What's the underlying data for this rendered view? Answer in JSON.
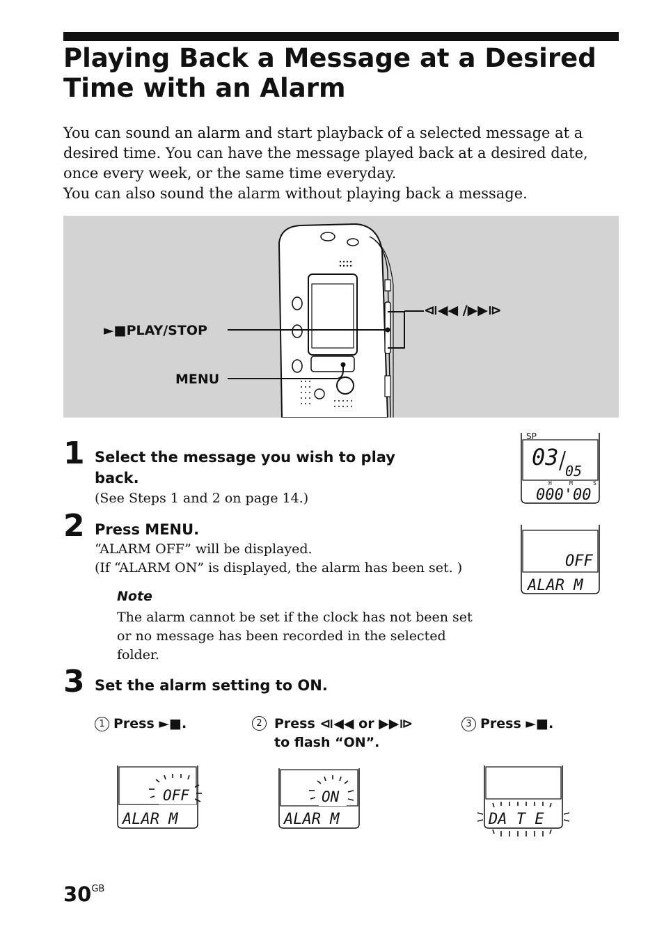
{
  "title": "Playing Back a Message at a Desired Time with an Alarm",
  "intro": [
    "You can sound an alarm and start playback of a selected message at a desired time. You can have the message played back at a desired date, once every week, or the same time everyday.",
    "You can also sound the alarm without playing back a message."
  ],
  "figure": {
    "label_play_stop": "►■PLAY/STOP",
    "label_menu": "MENU",
    "label_skip": "⧏◀◀ /▶▶⧐"
  },
  "steps": [
    {
      "number": "1",
      "heading": "Select the message you wish to play back.",
      "body": "(See Steps 1 and 2 on page 14.)"
    },
    {
      "number": "2",
      "heading": "Press MENU.",
      "body_lines": [
        "“ALARM OFF” will be displayed.",
        "(If “ALARM ON” is displayed, the alarm has been set. )"
      ]
    },
    {
      "number": "3",
      "heading": "Set the alarm setting to ON."
    }
  ],
  "note": {
    "heading": "Note",
    "body": "The alarm cannot be set if the clock has not been set or no message has been recorded in the selected folder."
  },
  "substeps": [
    {
      "marker": "1",
      "text": "Press ►■."
    },
    {
      "marker": "2",
      "text": "Press ⧏◀◀ or ▶▶⧐ to flash “ON”."
    },
    {
      "marker": "3",
      "text": "Press ►■."
    }
  ],
  "displays": {
    "d1": {
      "mode": "SP",
      "top": "03",
      "sub": "05",
      "h": "H",
      "m": "M",
      "s": "S",
      "time": "000'00"
    },
    "d2": {
      "top": "OFF",
      "bottom": "ALAR M"
    },
    "s1": {
      "top": "OFF",
      "bottom": "ALAR M"
    },
    "s2": {
      "top": "ON",
      "bottom": "ALAR M"
    },
    "s3": {
      "bottom": "DA T E"
    }
  },
  "page": {
    "number": "30",
    "suffix": "GB"
  }
}
